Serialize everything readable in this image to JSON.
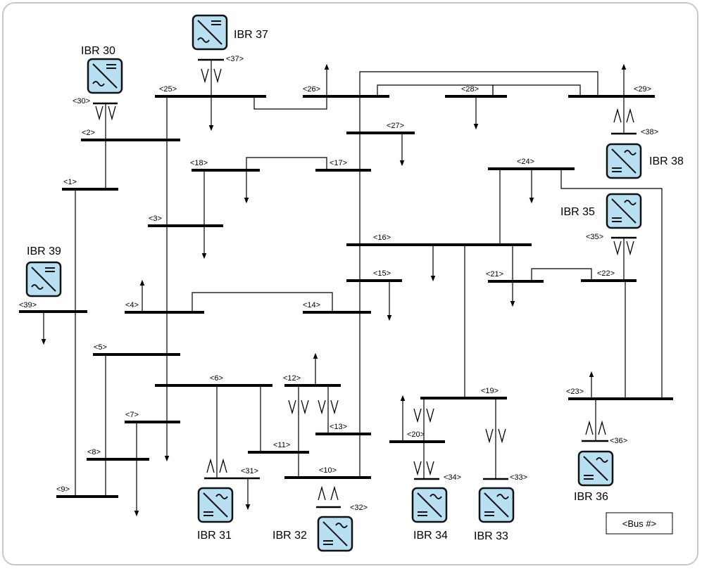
{
  "buses": {
    "b1": "<1>",
    "b2": "<2>",
    "b3": "<3>",
    "b4": "<4>",
    "b5": "<5>",
    "b6": "<6>",
    "b7": "<7>",
    "b8": "<8>",
    "b9": "<9>",
    "b10": "<10>",
    "b11": "<11>",
    "b12": "<12>",
    "b13": "<13>",
    "b14": "<14>",
    "b15": "<15>",
    "b16": "<16>",
    "b17": "<17>",
    "b18": "<18>",
    "b19": "<19>",
    "b20": "<20>",
    "b21": "<21>",
    "b22": "<22>",
    "b23": "<23>",
    "b24": "<24>",
    "b25": "<25>",
    "b26": "<26>",
    "b27": "<27>",
    "b28": "<28>",
    "b29": "<29>",
    "b30": "<30>",
    "b31": "<31>",
    "b32": "<32>",
    "b33": "<33>",
    "b34": "<34>",
    "b35": "<35>",
    "b36": "<36>",
    "b37": "<37>",
    "b38": "<38>",
    "b39": "<39>"
  },
  "ibrs": {
    "ibr30": "IBR 30",
    "ibr31": "IBR 31",
    "ibr32": "IBR 32",
    "ibr33": "IBR 33",
    "ibr34": "IBR 34",
    "ibr35": "IBR 35",
    "ibr36": "IBR 36",
    "ibr37": "IBR 37",
    "ibr38": "IBR 38",
    "ibr39": "IBR 39"
  },
  "legend": {
    "label": "<Bus #>"
  },
  "colors": {
    "ibr_fill": "#b9dff2",
    "ibr_stroke": "#111111",
    "line": "#000000",
    "frame": "#c8c8c8"
  }
}
